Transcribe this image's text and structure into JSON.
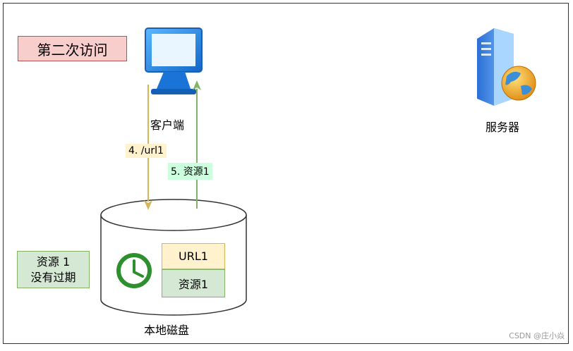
{
  "title": "第二次访问",
  "client": {
    "label": "客户端",
    "icon": "monitor-icon"
  },
  "server": {
    "label": "服务器",
    "icon": "server-globe-icon"
  },
  "disk": {
    "label": "本地磁盘",
    "icon": "clock-icon"
  },
  "arrows": {
    "request_label": "4. /url1",
    "response_label": "5. 资源1"
  },
  "cache": {
    "key": "URL1",
    "value": "资源1"
  },
  "status": {
    "line1": "资源 1",
    "line2": "没有过期"
  },
  "watermark": "CSDN @庄小焱",
  "colors": {
    "title_bg": "#f8cecc",
    "request_arrow": "#d6b656",
    "response_arrow": "#82b366",
    "green_fill": "#d5e8d4",
    "yellow_fill": "#fff2cc",
    "clock": "#2d8f2d",
    "monitor": "#2a8fe6"
  }
}
